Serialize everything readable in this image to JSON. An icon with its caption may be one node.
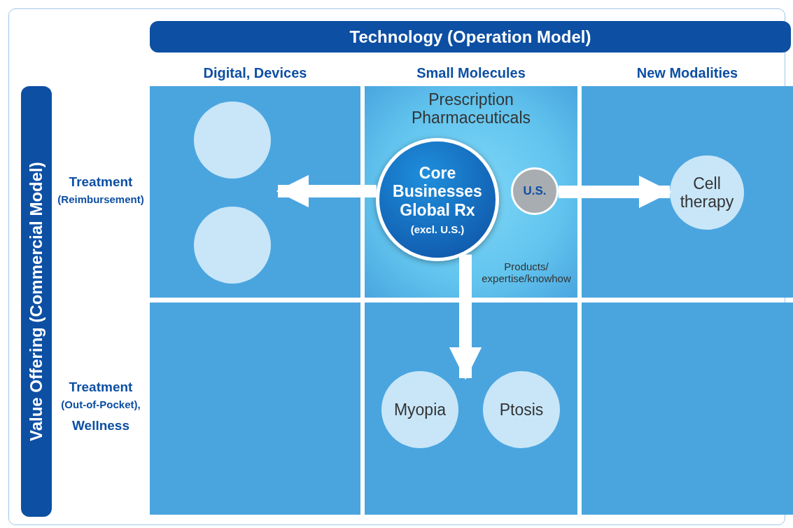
{
  "diagram": {
    "nodes": [
      {
        "text": [
          "Technology (Operation Model)"
        ]
      },
      {
        "text": [
          "Value Offering (Commercial Model)"
        ]
      },
      {
        "text": [
          "Prescription Pharmaceuticals"
        ]
      },
      {
        "text": [
          "Core Businesses Global Rx",
          "(excl. U.S.)"
        ],
        "in": 2
      },
      {
        "text": [
          "U.S."
        ],
        "in": 2
      },
      {
        "text": [],
        "shape": "circle"
      },
      {
        "text": [],
        "shape": "circle"
      },
      {
        "text": [
          "Cell therapy"
        ]
      },
      {
        "text": [
          "Myopia"
        ]
      },
      {
        "text": [
          "Ptosis"
        ]
      }
    ],
    "edges": [
      {
        "from": 3,
        "to": 5,
        "arrow": "to"
      },
      {
        "from": 3,
        "to": 6,
        "arrow": "to"
      },
      {
        "from": 4,
        "to": 7,
        "arrow": "to"
      },
      {
        "from": 3,
        "to": 8,
        "arrow": "to",
        "label": "Products/ expertise/knowhow"
      },
      {
        "from": 3,
        "to": 9,
        "arrow": "to"
      }
    ],
    "labels": [
      "Digital, Devices",
      "Small Molecules",
      "New Modalities",
      "Treatment",
      "(Reimbursement)",
      "Treatment",
      "(Out-of-Pocket),",
      "Wellness"
    ]
  }
}
